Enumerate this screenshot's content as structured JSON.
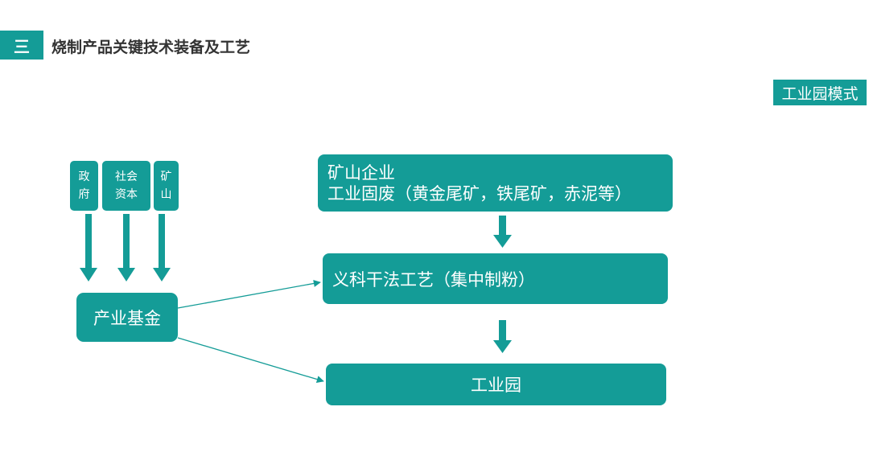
{
  "header": {
    "section_number": "三",
    "title": "烧制产品关键技术装备及工艺"
  },
  "mode_tag": "工业园模式",
  "sources": [
    {
      "chars": [
        "政",
        "府"
      ]
    },
    {
      "chars": [
        "社会",
        "资本"
      ]
    },
    {
      "chars": [
        "矿",
        "山"
      ]
    }
  ],
  "fund": {
    "label": "产业基金"
  },
  "enterprise": {
    "line1": "矿山企业",
    "line2": "工业固废（黄金尾矿，铁尾矿，赤泥等）"
  },
  "process": {
    "label": "义科干法工艺（集中制粉）"
  },
  "park": {
    "label": "工业园"
  },
  "colors": {
    "accent": "#149c97"
  }
}
